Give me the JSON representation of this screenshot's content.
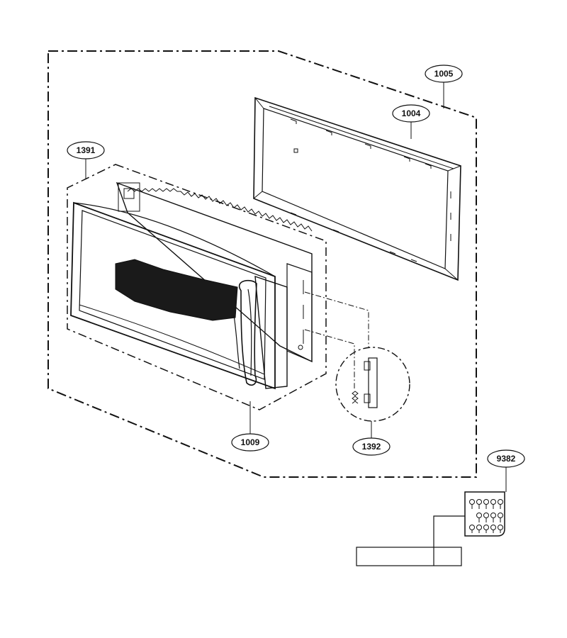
{
  "diagram": {
    "callouts": {
      "c1005": "1005",
      "c1004": "1004",
      "c1391": "1391",
      "c1009": "1009",
      "c1392": "1392",
      "c9382": "9382"
    },
    "colors": {
      "line": "#111111",
      "window": "#1a1a1a",
      "background": "#ffffff"
    }
  }
}
